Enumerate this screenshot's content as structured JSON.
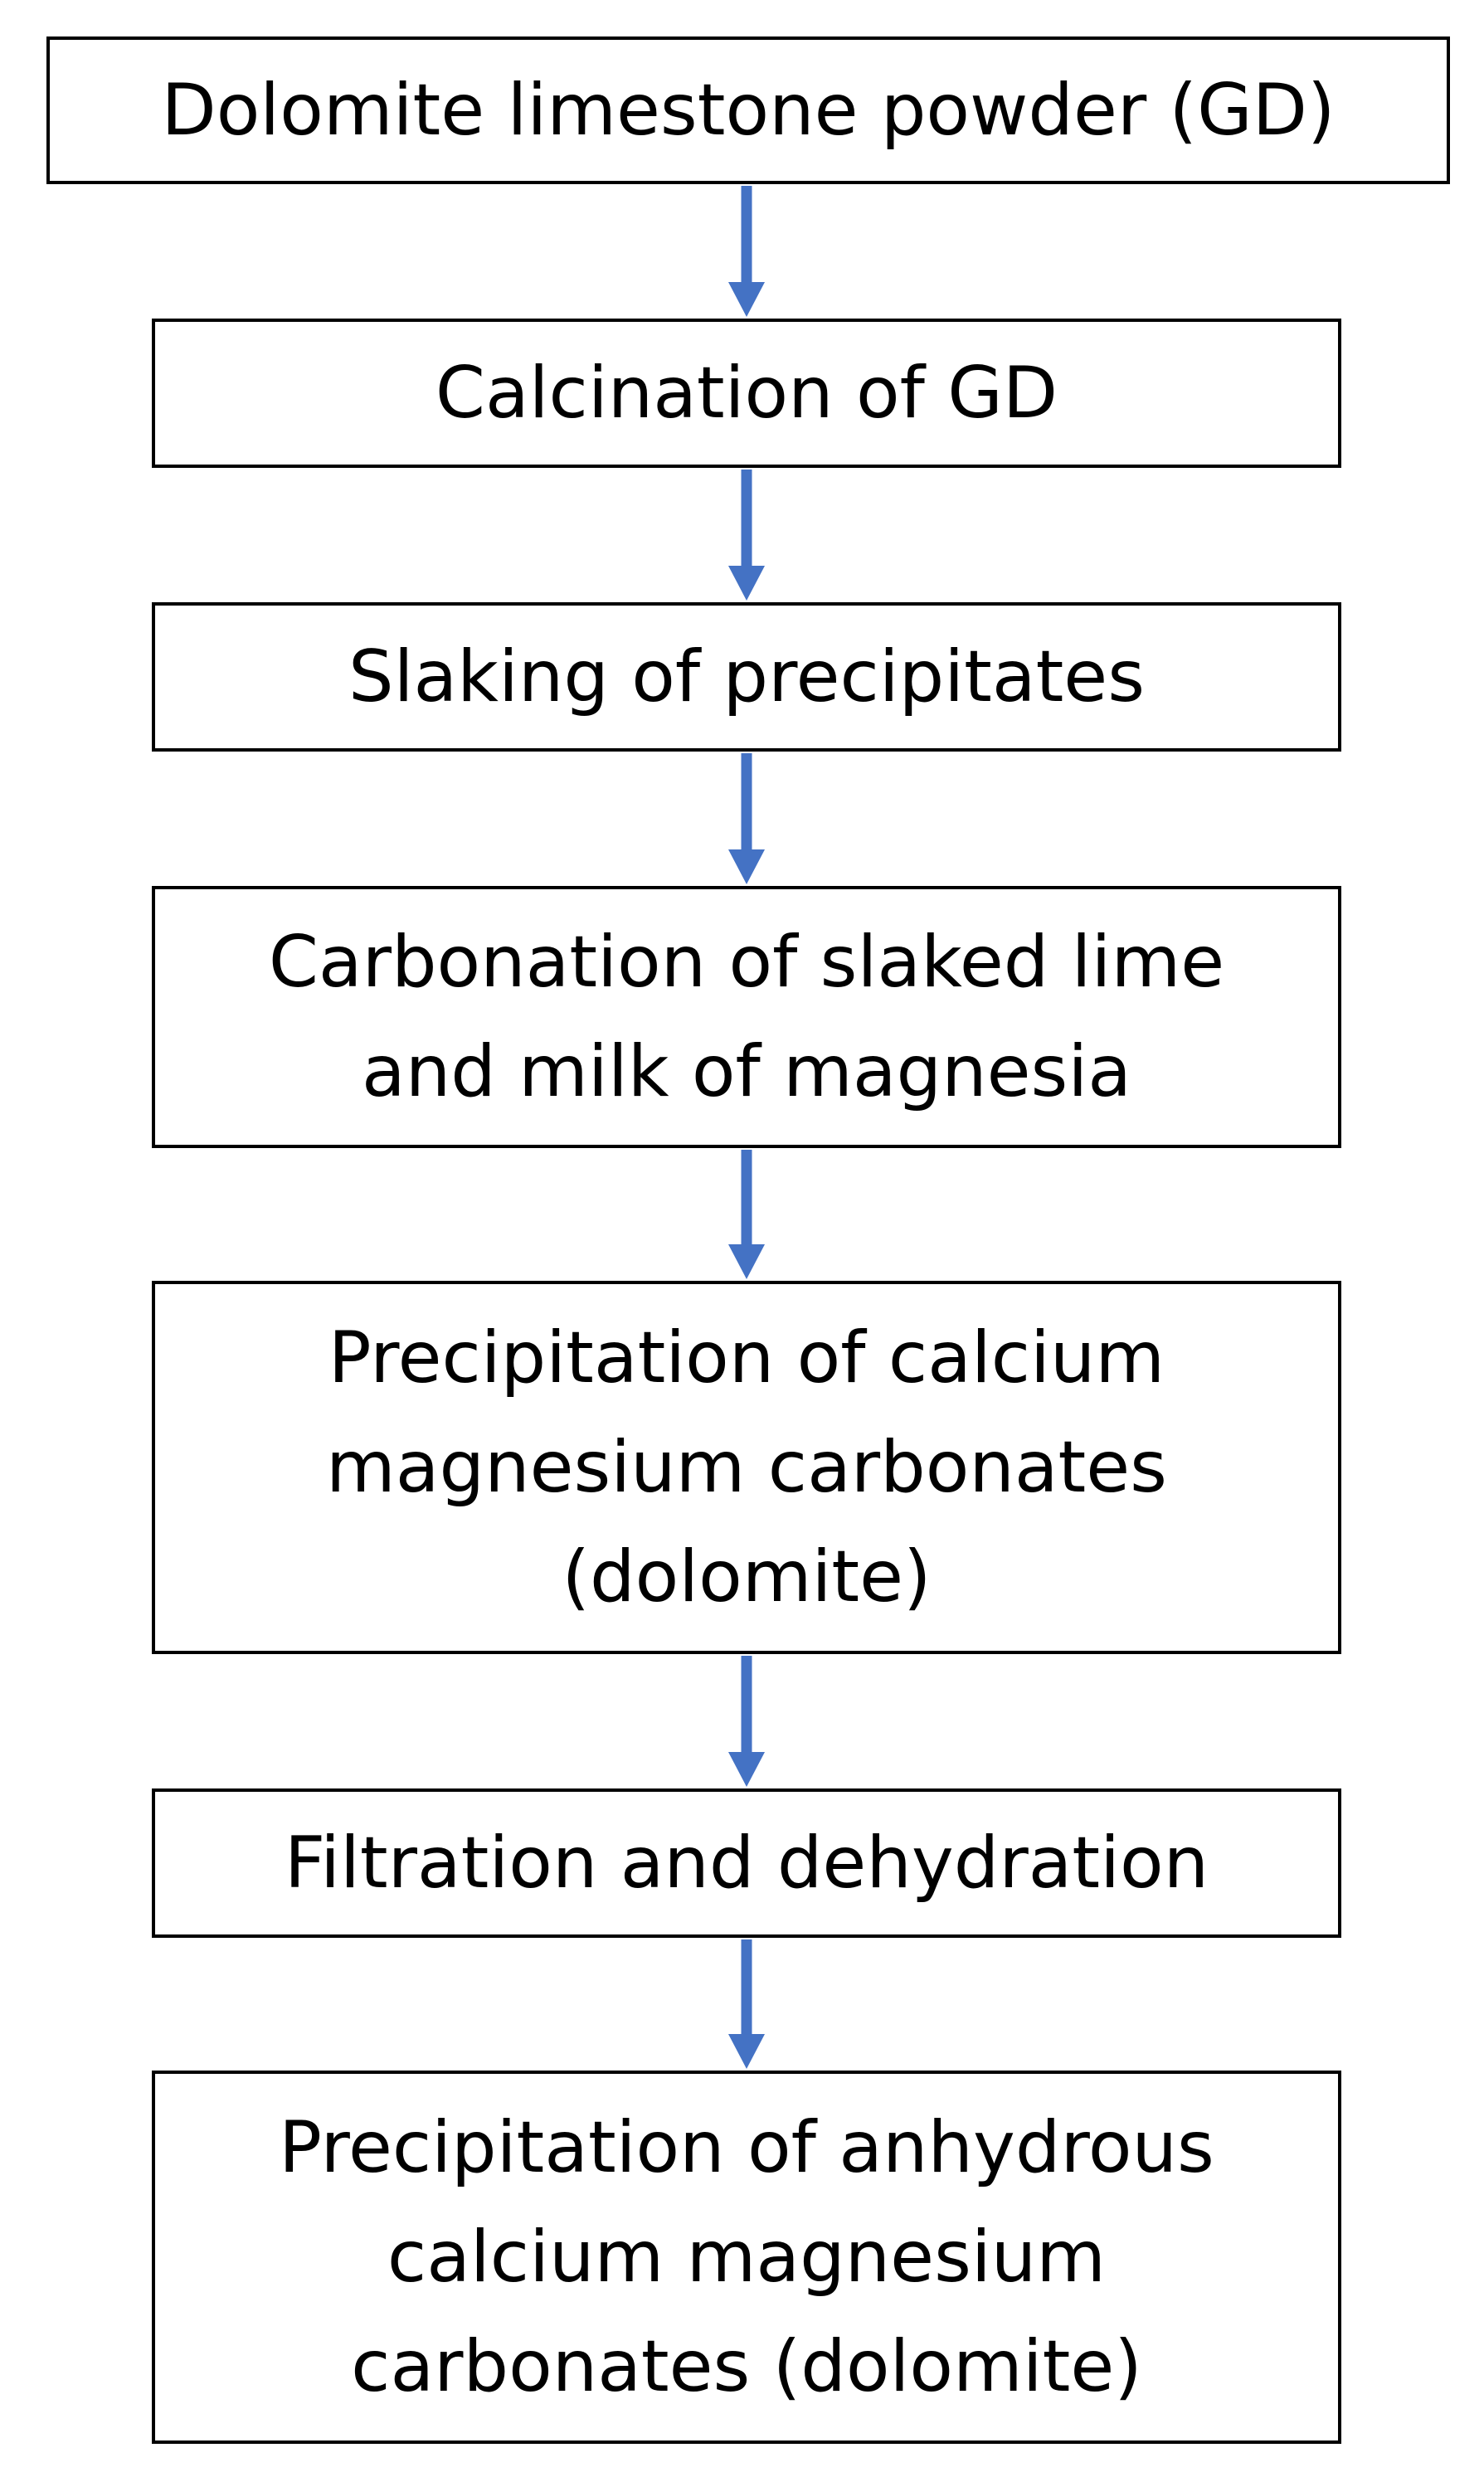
{
  "colors": {
    "arrow": "#4472C4",
    "box_border": "#000000",
    "text": "#000000"
  },
  "steps": [
    {
      "lines": [
        "Dolomite limestone powder (GD)"
      ]
    },
    {
      "lines": [
        "Calcination of GD"
      ]
    },
    {
      "lines": [
        "Slaking of precipitates"
      ]
    },
    {
      "lines": [
        "Carbonation of slaked lime",
        "and milk of magnesia"
      ]
    },
    {
      "lines": [
        "Precipitation of calcium",
        "magnesium carbonates",
        "(dolomite)"
      ]
    },
    {
      "lines": [
        "Filtration and dehydration"
      ]
    },
    {
      "lines": [
        "Precipitation of anhydrous",
        "calcium magnesium",
        "carbonates (dolomite)"
      ]
    }
  ]
}
